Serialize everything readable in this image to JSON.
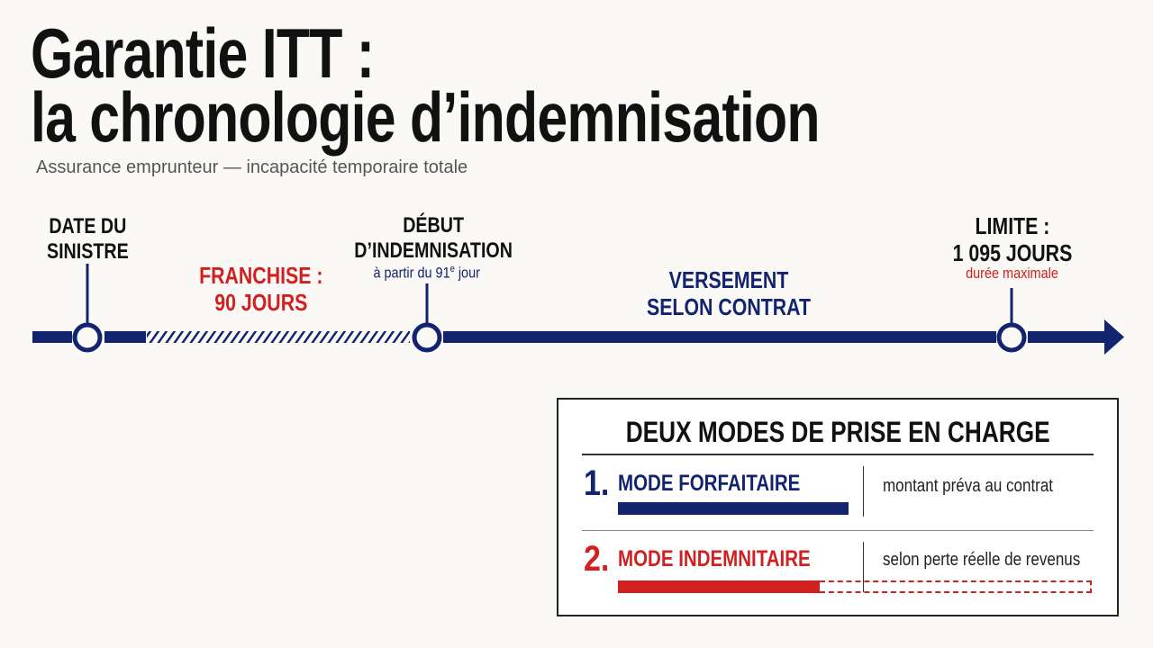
{
  "title": {
    "line1": "Garantie ITT :",
    "line2": "la chronologie d’indemnisation"
  },
  "subtitle": "Assurance emprunteur — incapacité temporaire totale",
  "timeline": {
    "sinistre": {
      "line1": "DATE DU",
      "line2": "SINISTRE"
    },
    "franchise": {
      "line1": "FRANCHISE :",
      "line2": "90 JOURS"
    },
    "debut": {
      "line1": "DÉBUT",
      "line2": "D’INDEMNISATION",
      "note_prefix": "à partir du 91",
      "note_sup": "e",
      "note_suffix": " jour"
    },
    "versement": {
      "line1": "VERSEMENT",
      "line2": "SELON CONTRAT"
    },
    "limite": {
      "line1": "LIMITE :",
      "line2": "1 095 JOURS",
      "note": "durée maximale"
    }
  },
  "panel": {
    "title": "DEUX MODES DE PRISE EN CHARGE",
    "modes": [
      {
        "number": "1.",
        "name": "MODE FORFAITAIRE",
        "description": "montant préva au contrat"
      },
      {
        "number": "2.",
        "name": "MODE INDEMNITAIRE",
        "description": "selon perte réelle de revenus"
      }
    ]
  },
  "colors": {
    "navy": "#12246e",
    "red": "#d02020",
    "text": "#111111"
  }
}
